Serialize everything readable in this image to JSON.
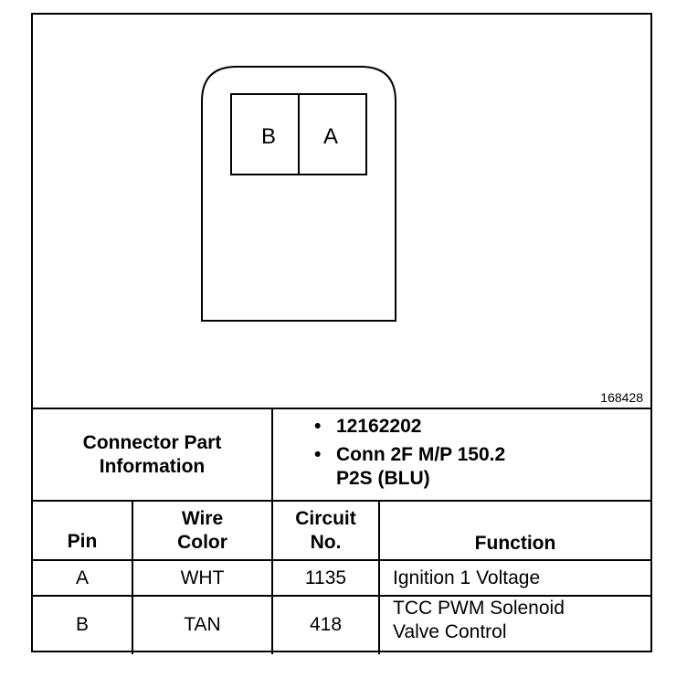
{
  "diagram": {
    "figure_id": "168428",
    "pins": [
      "B",
      "A"
    ]
  },
  "part_info": {
    "label_line1": "Connector Part",
    "label_line2": "Information",
    "items": [
      {
        "line1": "12162202",
        "line2": ""
      },
      {
        "line1": "Conn 2F M/P 150.2",
        "line2": "P2S (BLU)"
      }
    ],
    "bullet": "•"
  },
  "table": {
    "headers": {
      "pin": "Pin",
      "wire_color_line1": "Wire",
      "wire_color_line2": "Color",
      "circuit_line1": "Circuit",
      "circuit_line2": "No.",
      "function": "Function"
    },
    "rows": [
      {
        "pin": "A",
        "wire_color": "WHT",
        "circuit": "1135",
        "function_line1": "Ignition 1 Voltage",
        "function_line2": ""
      },
      {
        "pin": "B",
        "wire_color": "TAN",
        "circuit": "418",
        "function_line1": "TCC PWM Solenoid",
        "function_line2": "Valve Control"
      }
    ]
  }
}
